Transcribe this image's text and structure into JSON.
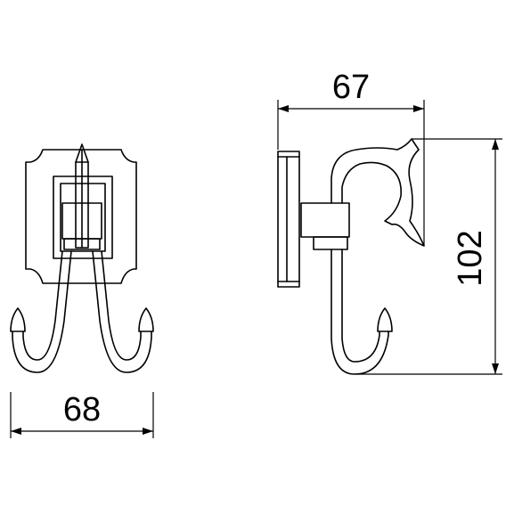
{
  "drawing": {
    "dimensions": {
      "front_width": "68",
      "side_depth": "67",
      "side_height": "102"
    },
    "colors": {
      "line": "#000000",
      "background": "#ffffff"
    }
  }
}
